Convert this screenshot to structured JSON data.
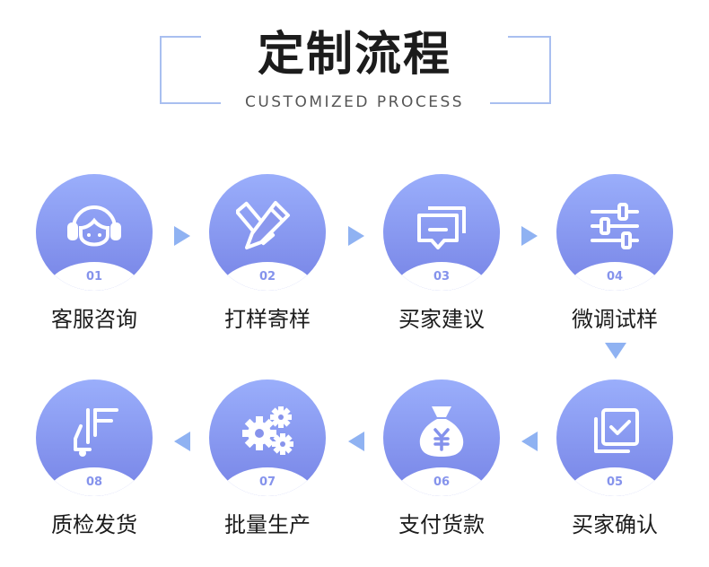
{
  "header": {
    "title": "定制流程",
    "subtitle": "CUSTOMIZED PROCESS"
  },
  "colors": {
    "accent_light": "#9aaefb",
    "accent_dark": "#7784e6",
    "arrow": "#8fb2f2",
    "frame": "#a9bff0",
    "text": "#1c1c1c"
  },
  "steps": [
    {
      "num": "01",
      "label": "客服咨询",
      "icon": "headset-person-icon"
    },
    {
      "num": "02",
      "label": "打样寄样",
      "icon": "pencil-ruler-icon"
    },
    {
      "num": "03",
      "label": "买家建议",
      "icon": "chat-message-icon"
    },
    {
      "num": "04",
      "label": "微调试样",
      "icon": "sliders-icon"
    },
    {
      "num": "05",
      "label": "买家确认",
      "icon": "checkbox-stack-icon"
    },
    {
      "num": "06",
      "label": "支付货款",
      "icon": "money-bag-icon"
    },
    {
      "num": "07",
      "label": "批量生产",
      "icon": "gears-icon"
    },
    {
      "num": "08",
      "label": "质检发货",
      "icon": "delivery-cart-icon"
    }
  ]
}
